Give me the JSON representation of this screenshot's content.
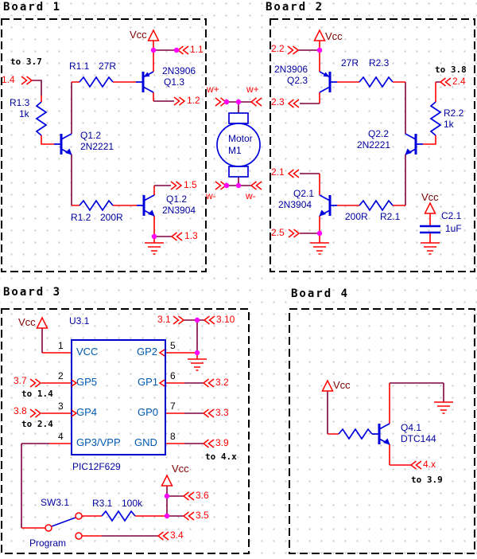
{
  "colors": {
    "wire_red": "#ff0000",
    "wire_dark": "#800040",
    "symbol_blue": "#0000dd",
    "label_navy": "#0000a0",
    "ic_text_blue": "#0059b3",
    "vcc_text": "#800000",
    "junction_dot": "#ff00ff",
    "border_black": "#000000",
    "grid_dot": "#c9c9c9"
  },
  "board1": {
    "title": "Board 1",
    "vcc": "Vcc",
    "to_3_7": "to 3.7",
    "conn_1_4": "1.4",
    "conn_1_1": "1.1",
    "conn_1_2": "1.2",
    "conn_1_5": "1.5",
    "conn_1_3": "1.3",
    "r1_1": "R1.1",
    "r1_1_value": "27R",
    "r1_3": "R1.3",
    "r1_3_value": "1k",
    "r1_2": "R1.2",
    "r1_2_value": "200R",
    "q_top_part": "2N3906",
    "q_top_ref": "Q1.3",
    "q_mid_ref": "Q1.2",
    "q_mid_part": "2N2221",
    "q_bot_ref": "Q1.2",
    "q_bot_part": "2N3904"
  },
  "motor": {
    "name": "Motor",
    "ref": "M1",
    "w_plus": "w+",
    "w_minus": "w-"
  },
  "board2": {
    "title": "Board 2",
    "vcc_top": "Vcc",
    "vcc_cap": "Vcc",
    "conn_2_2": "2.2",
    "conn_2_3": "2.3",
    "conn_2_4": "2.4",
    "conn_2_1": "2.1",
    "conn_2_5": "2.5",
    "to_3_8": "to 3.8",
    "q_top_part": "2N3906",
    "q_top_ref": "Q2.3",
    "r2_3_value": "27R",
    "r2_3": "R2.3",
    "r2_2": "R2.2",
    "r2_2_value": "1k",
    "q_mid_ref": "Q2.2",
    "q_mid_part": "2N2221",
    "q_bot_ref": "Q2.1",
    "q_bot_part": "2N3904",
    "r2_1_value": "200R",
    "r2_1": "R2.1",
    "c2_1": "C2.1",
    "c2_1_value": "1uF"
  },
  "board3": {
    "title": "Board 3",
    "vcc_top": "Vcc",
    "vcc_pull": "Vcc",
    "u_ref": "U3.1",
    "part": "PIC12F629",
    "pin_numbers": {
      "p1": "1",
      "p2": "2",
      "p3": "3",
      "p4": "4",
      "p5": "5",
      "p6": "6",
      "p7": "7",
      "p8": "8"
    },
    "pins": {
      "vcc": "VCC",
      "gp5": "GP5",
      "gp4": "GP4",
      "gp3": "GP3/VPP",
      "gp2": "GP2",
      "gp1": "GP1",
      "gp0": "GP0",
      "gnd": "GND"
    },
    "conn_3_7": "3.7",
    "to_1_4": "to 1.4",
    "conn_3_8": "3.8",
    "to_2_4": "to 2.4",
    "conn_3_1": "3.1",
    "conn_3_10": "3.10",
    "conn_3_2": "3.2",
    "conn_3_3": "3.3",
    "conn_3_9": "3.9",
    "to_4_x": "to 4.x",
    "conn_3_6": "3.6",
    "conn_3_5": "3.5",
    "conn_3_4": "3.4",
    "r3_1": "R3.1",
    "r3_1_value": "100k",
    "sw_ref": "SW3.1",
    "sw_label": "Program"
  },
  "board4": {
    "title": "Board 4",
    "vcc": "Vcc",
    "q_ref": "Q4.1",
    "q_part": "DTC144",
    "conn_4_x": "4.x",
    "to_3_9": "to 3.9"
  }
}
